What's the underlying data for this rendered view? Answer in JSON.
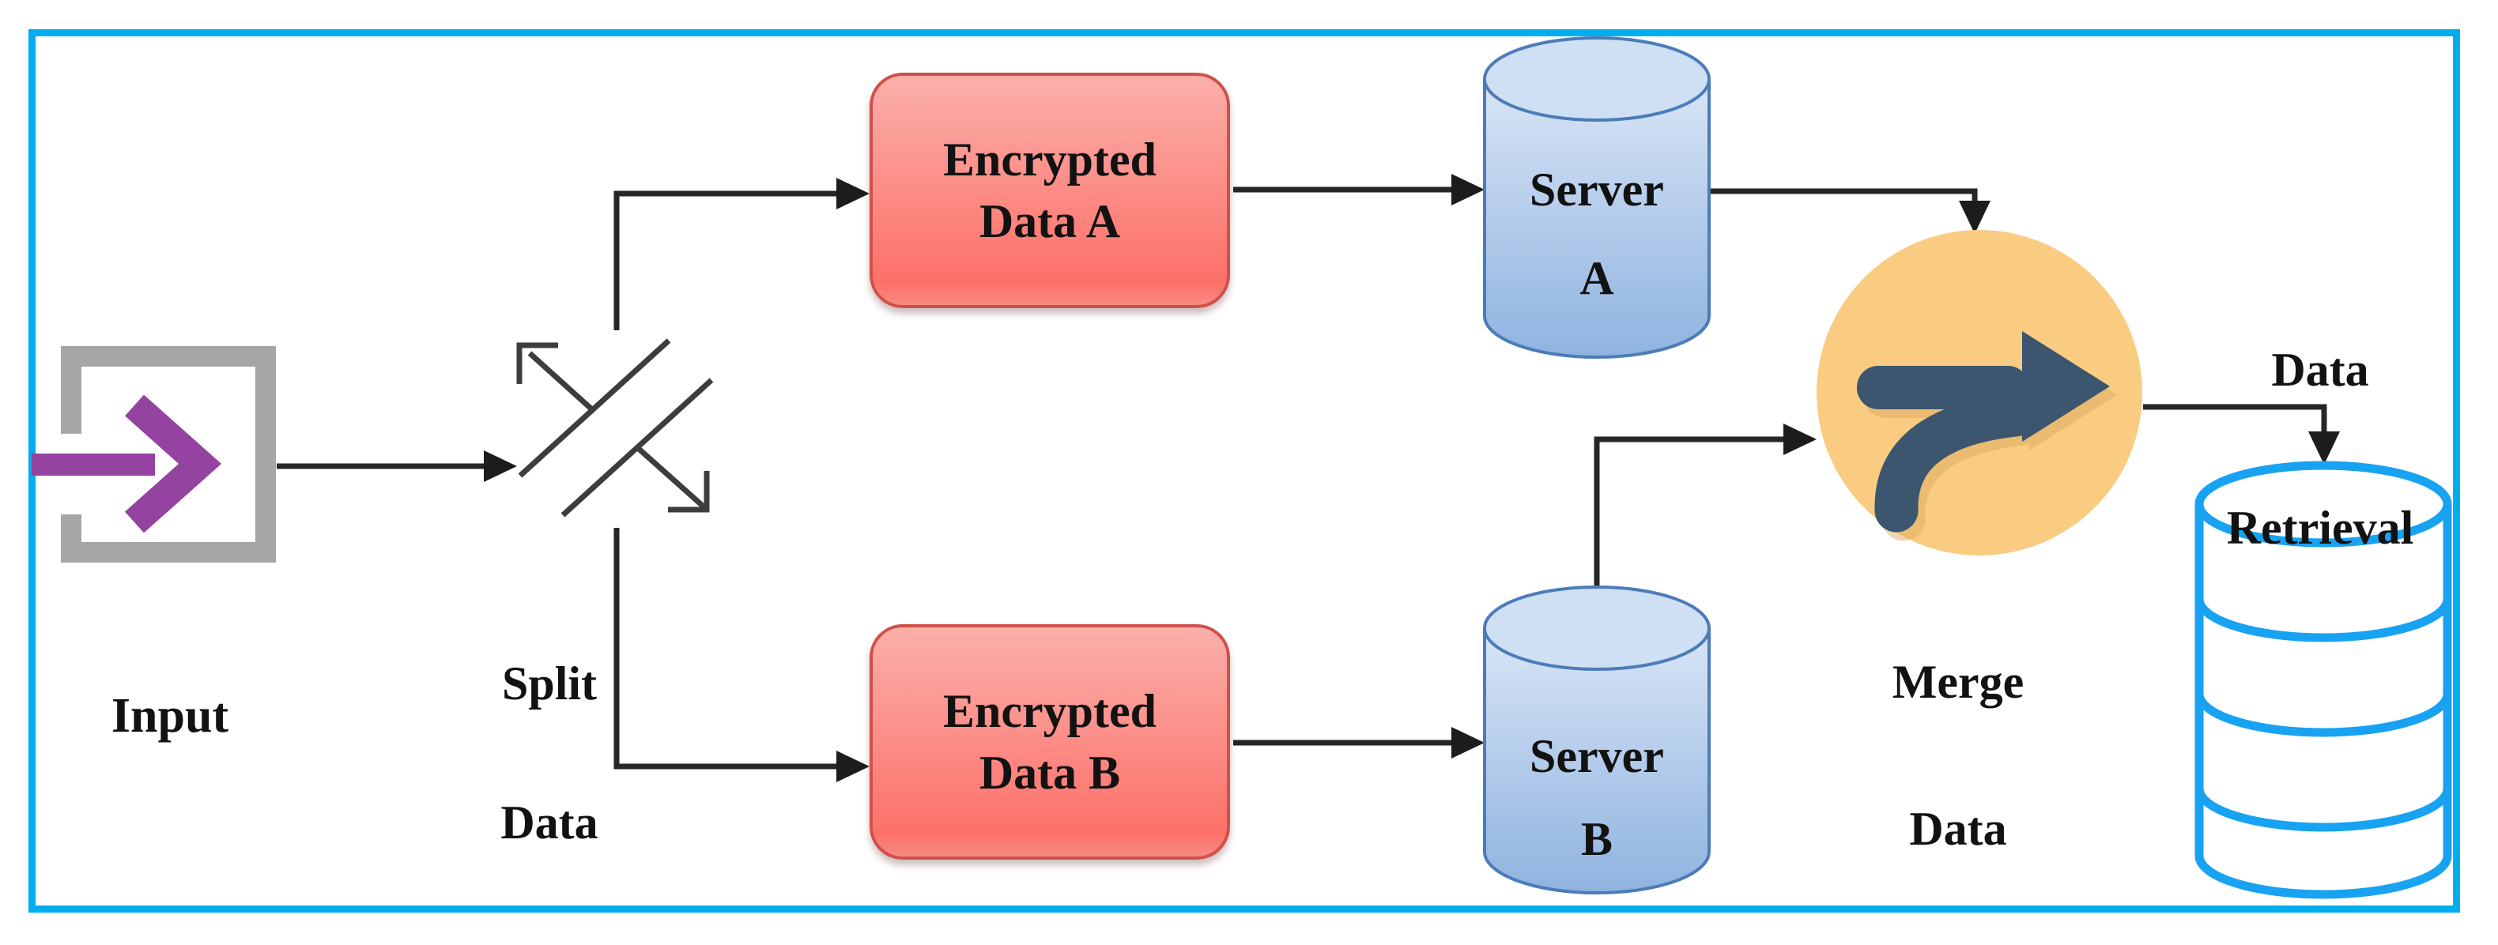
{
  "diagram": {
    "title": "Split-encrypt-store-merge data flow",
    "nodes": {
      "input": {
        "label": "Input"
      },
      "split": {
        "line1": "Split",
        "line2": "Data"
      },
      "encrypted_a": {
        "line1": "Encrypted",
        "line2": "Data A"
      },
      "encrypted_b": {
        "line1": "Encrypted",
        "line2": "Data B"
      },
      "server_a": {
        "line1": "Server",
        "line2": "A"
      },
      "server_b": {
        "line1": "Server",
        "line2": "B"
      },
      "merge": {
        "line1": "Merge",
        "line2": "Data"
      },
      "retrieval": {
        "line1": "Data",
        "line2": "Retrieval"
      }
    },
    "edges": [
      {
        "from": "Input",
        "to": "Split Data"
      },
      {
        "from": "Split Data",
        "to": "Encrypted Data A"
      },
      {
        "from": "Split Data",
        "to": "Encrypted Data B"
      },
      {
        "from": "Encrypted Data A",
        "to": "Server A"
      },
      {
        "from": "Encrypted Data B",
        "to": "Server B"
      },
      {
        "from": "Server A",
        "to": "Merge Data"
      },
      {
        "from": "Server B",
        "to": "Merge Data"
      },
      {
        "from": "Merge Data",
        "to": "Data Retrieval"
      }
    ],
    "colors": {
      "frame_border": "#00ADEF",
      "encrypted_box_fill_top": "#FBAFAA",
      "encrypted_box_fill_bottom": "#FC7169",
      "encrypted_box_border": "#D05048",
      "server_cylinder_fill_light": "#D9E5F6",
      "server_cylinder_fill_dark": "#8FB3E0",
      "server_cylinder_border": "#4C7CB8",
      "merge_circle_fill": "#F9CC82",
      "merge_arrow": "#3B566E",
      "retrieval_outline": "#18A2F2",
      "input_bracket_gray": "#A6A6A6",
      "input_arrow_purple": "#9443A0",
      "connector_black": "#262626",
      "text": "#121212"
    }
  }
}
